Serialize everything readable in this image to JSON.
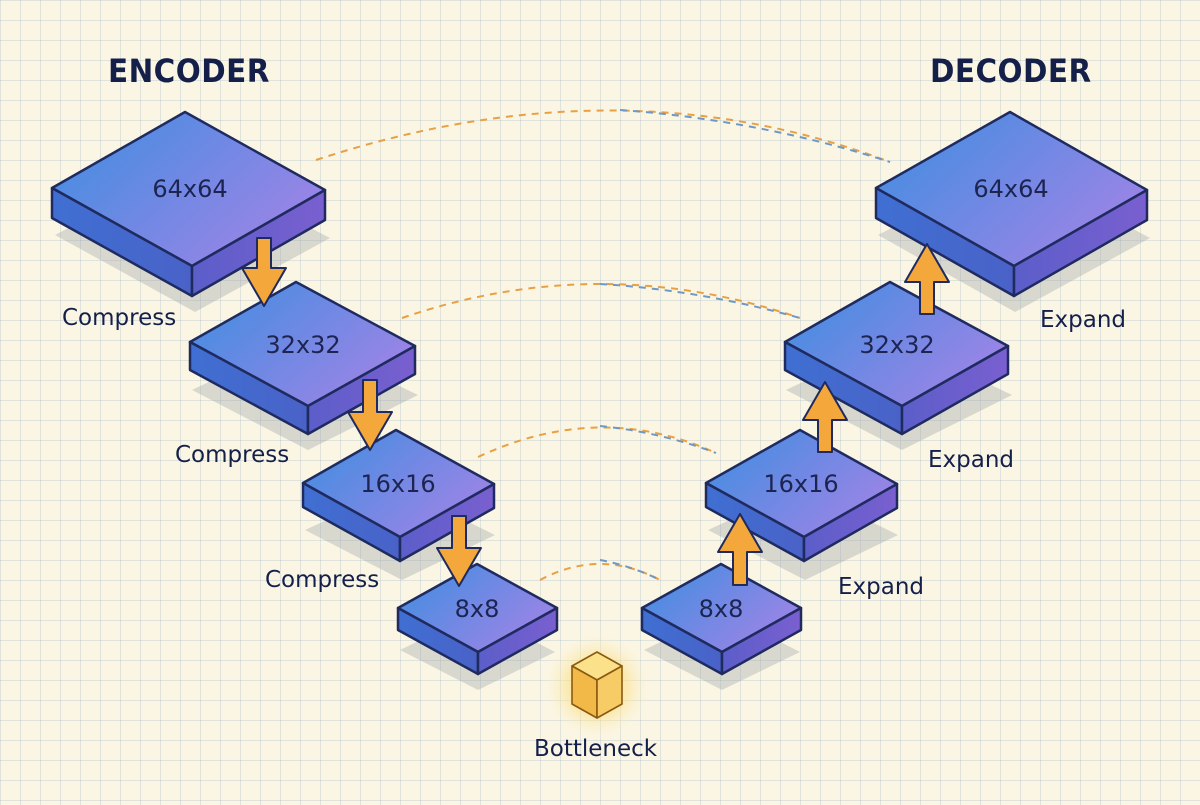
{
  "titles": {
    "encoder": "ENCODER",
    "decoder": "DECODER"
  },
  "encoder": {
    "blocks": [
      "64x64",
      "32x32",
      "16x16",
      "8x8"
    ],
    "steps": [
      "Compress",
      "Compress",
      "Compress"
    ]
  },
  "decoder": {
    "blocks": [
      "64x64",
      "32x32",
      "16x16",
      "8x8"
    ],
    "steps": [
      "Expand",
      "Expand",
      "Expand"
    ]
  },
  "bottleneck": {
    "label": "Bottleneck"
  },
  "colors": {
    "block_top_start": "#3b8ee0",
    "block_top_end": "#9b84e6",
    "block_outline": "#1f2a5e",
    "arrow": "#f4a73a",
    "skip_orange": "#e8a043",
    "skip_blue": "#6f98c4",
    "bottleneck": "#f6c85a",
    "text": "#15204a"
  }
}
